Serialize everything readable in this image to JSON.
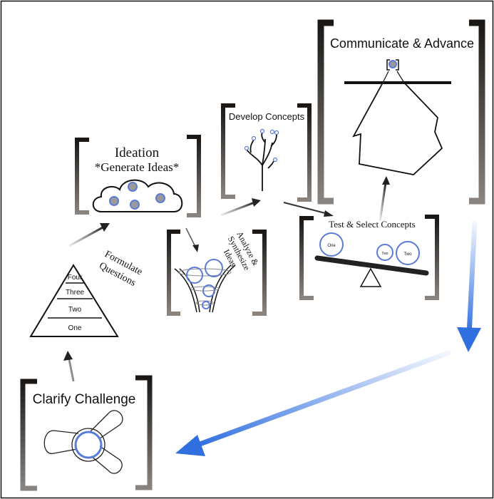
{
  "stages": {
    "clarify": {
      "title": "Clarify Challenge"
    },
    "formulate": {
      "title_line1": "Formulate",
      "title_line2": "Questions"
    },
    "pyramid": {
      "levels": [
        "Four",
        "Three",
        "Two",
        "One"
      ]
    },
    "ideation": {
      "title_line1": "Ideation",
      "title_line2": "*Generate Ideas*"
    },
    "analyze": {
      "title_line1": "Analyze &",
      "title_line2": "Synthesize",
      "title_line3": "Ideas"
    },
    "develop": {
      "title": "Develop Concepts"
    },
    "test": {
      "title": "Test & Select Concepts",
      "circle_one": "One",
      "circle_two_a": "Two",
      "circle_two_b": "Two"
    },
    "communicate": {
      "title": "Communicate & Advance"
    }
  },
  "colors": {
    "ink": "#111111",
    "bracket": "#1a1714",
    "circle_stroke": "#5b7bd8",
    "circle_fill": "#9a9a9a",
    "arrow_gray": "#444444",
    "arrow_blue": "#2f6fe0"
  }
}
